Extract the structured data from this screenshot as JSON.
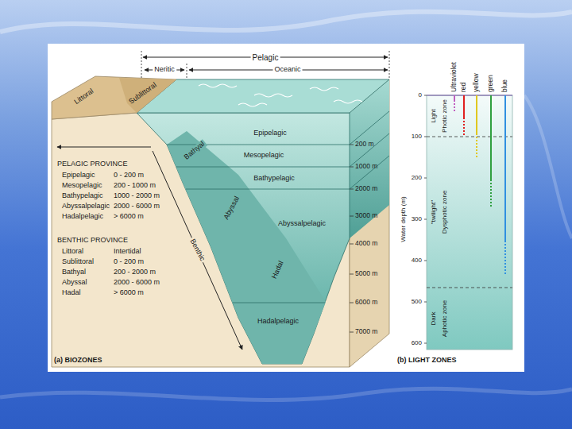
{
  "diagram": {
    "labels": [
      "Pelagic",
      "Neritic",
      "Oceanic",
      "Littoral",
      "Sublittoral",
      "Bathyal",
      "Abyssal",
      "Hadal",
      "Benthic",
      "Epipelagic",
      "Mesopelagic",
      "Bathypelagic",
      "Abyssalpelagic",
      "Hadalpelagic",
      "200 m",
      "1000 m",
      "2000 m",
      "3000 m",
      "4000 m",
      "5000 m",
      "6000 m",
      "7000 m",
      "PELAGIC PROVINCE",
      "Epipelagic",
      "0 - 200 m",
      "Mesopelagic",
      "200 - 1000 m",
      "Bathypelagic",
      "1000 - 2000 m",
      "Abyssalpelagic",
      "2000 - 6000 m",
      "Hadalpelagic",
      "> 6000 m",
      "BENTHIC PROVINCE",
      "Littoral",
      "Intertidal",
      "Sublittoral",
      "0 - 200 m",
      "Bathyal",
      "200 - 2000 m",
      "Abyssal",
      "2000 - 6000 m",
      "Hadal",
      "> 6000 m",
      "(a) BIOZONES",
      "Ultraviolet",
      "red",
      "yellow",
      "green",
      "blue",
      "0",
      "100",
      "200",
      "300",
      "400",
      "500",
      "600",
      "Water depth (m)",
      "Light",
      "Photic zone",
      "\"twilight\"",
      "Dysphotic zone",
      "Dark",
      "Aphotic zone",
      "(b) LIGHT ZONES"
    ]
  }
}
